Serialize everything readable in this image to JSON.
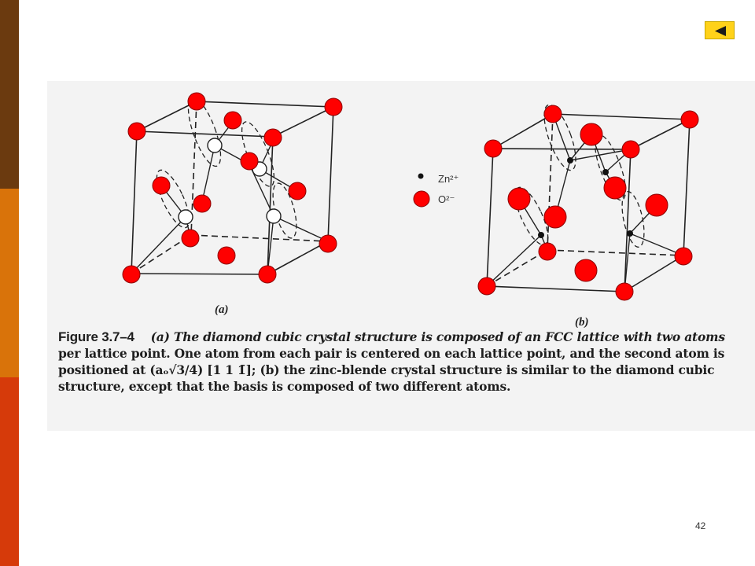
{
  "slide": {
    "page_number": "42",
    "colors": {
      "left_bar": [
        "#6b3a0f",
        "#d9730a",
        "#d63a0a"
      ],
      "back_button": "#ffd21a",
      "atom_o": "#ff0000",
      "atom_zn": "#111111"
    }
  },
  "nav": {
    "back_icon": "triangle-left-icon"
  },
  "figure": {
    "label_a": "(a)",
    "label_b": "(b)",
    "legend": {
      "zn": "Zn²⁺",
      "o": "O²⁻"
    },
    "caption": {
      "title": "Figure 3.7–4",
      "lines": [
        "(a) The diamond cubic crystal structure is composed of an FCC lattice with two atoms",
        "per lattice point. One atom from each pair is centered on each lattice point, and the second atom is",
        "positioned at (aₒ√3/4) [1 1 1̄]; (b) the zinc-blende crystal structure is similar to the diamond cubic",
        "structure, except that the basis is composed of two different atoms."
      ]
    }
  }
}
